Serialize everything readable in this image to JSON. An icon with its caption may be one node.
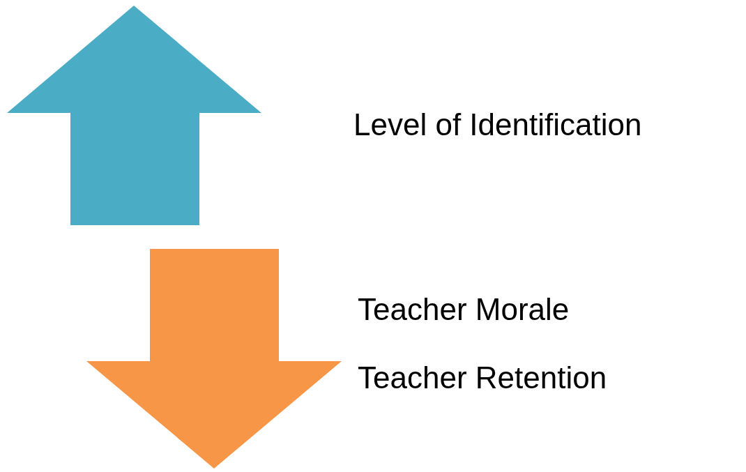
{
  "diagram": {
    "labels": [
      "Level of Identification",
      "Teacher Morale",
      "Teacher Retention"
    ]
  }
}
